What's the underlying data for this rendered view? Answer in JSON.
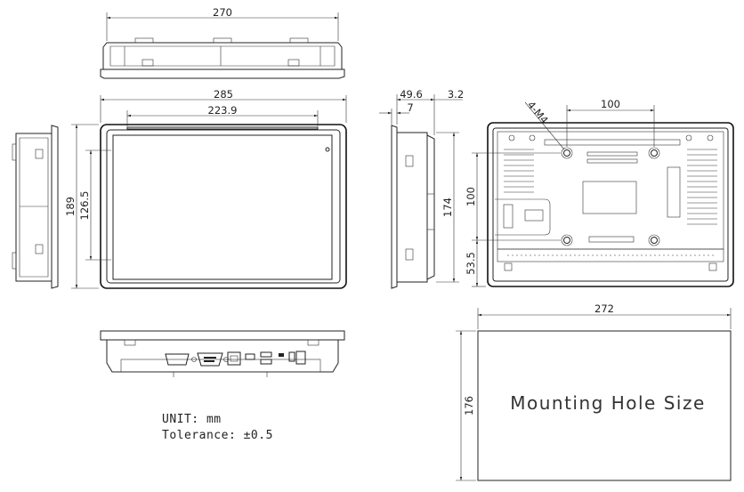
{
  "dimensions": {
    "top_width": "270",
    "front_width": "285",
    "front_inner_width": "223.9",
    "front_height": "189",
    "front_inner_height": "126.5",
    "side_depth": "49.6",
    "side_bezel": "7",
    "side_small": "3.2",
    "side_height": "174",
    "rear_hole_spacing_x": "100",
    "rear_hole_spacing_y": "100",
    "rear_bottom_offset": "53.5",
    "rear_screw_label": "4-M4",
    "cutout_width": "272",
    "cutout_height": "176"
  },
  "cutout_label": "Mounting Hole Size",
  "notes": {
    "unit": "UNIT: mm",
    "tolerance": "Tolerance: ±0.5"
  }
}
